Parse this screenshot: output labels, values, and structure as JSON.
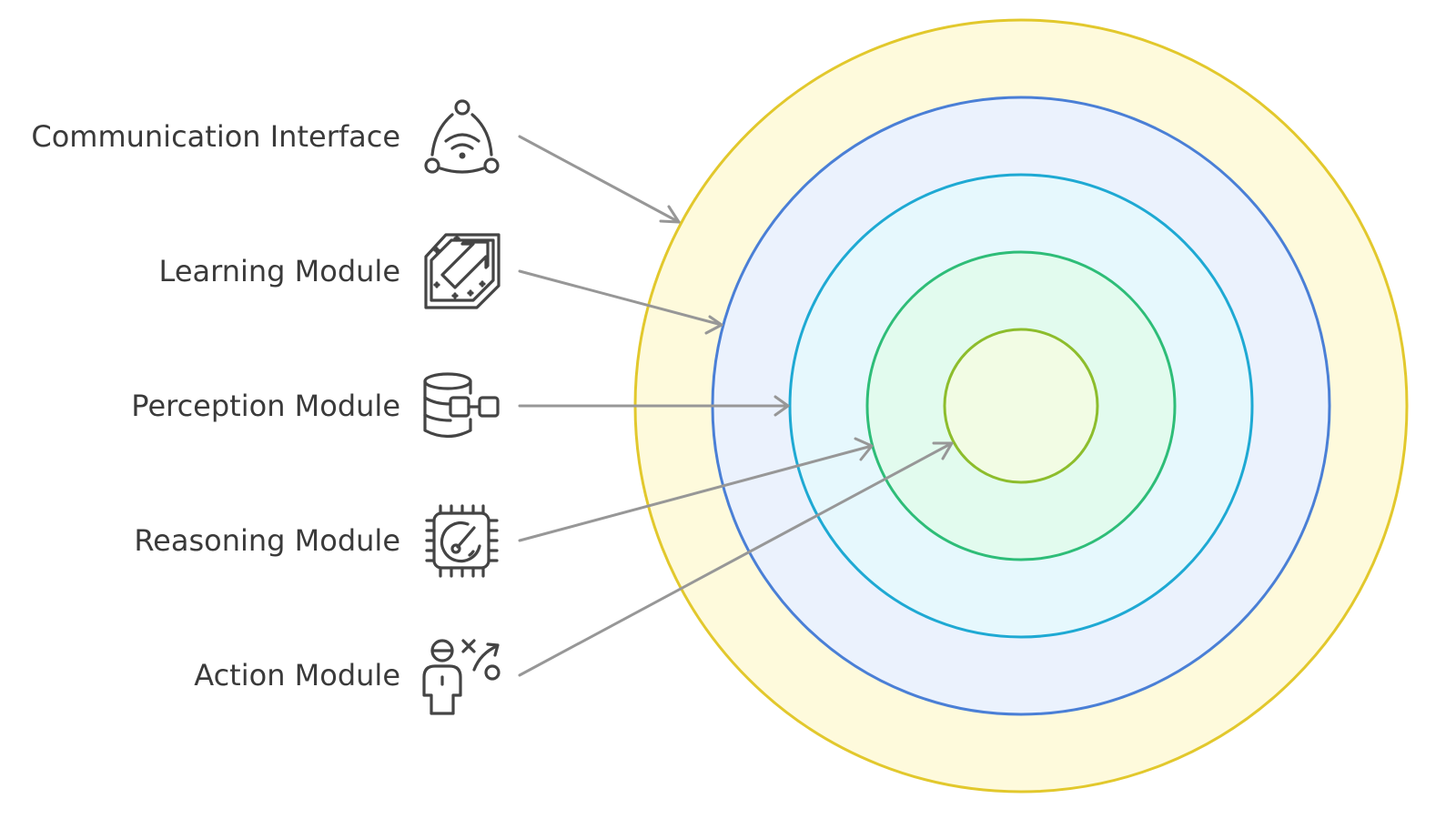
{
  "diagram": {
    "type": "concentric-layers",
    "rings": [
      {
        "name": "communication-ring",
        "fill": "#FEFADC",
        "stroke": "#E2C82C"
      },
      {
        "name": "learning-ring",
        "fill": "#EBF2FD",
        "stroke": "#4A7FD6"
      },
      {
        "name": "perception-ring",
        "fill": "#E6F8FD",
        "stroke": "#1EA9D3"
      },
      {
        "name": "reasoning-ring",
        "fill": "#E2FBEE",
        "stroke": "#2EBD78"
      },
      {
        "name": "action-ring",
        "fill": "#F2FCE4",
        "stroke": "#8DBD2C"
      }
    ],
    "layers": [
      {
        "label": "Communication Interface",
        "icon": "network-icon"
      },
      {
        "label": "Learning Module",
        "icon": "growth-chip-icon"
      },
      {
        "label": "Perception Module",
        "icon": "database-connector-icon"
      },
      {
        "label": "Reasoning Module",
        "icon": "processor-gauge-icon"
      },
      {
        "label": "Action Module",
        "icon": "play-strategy-icon"
      }
    ],
    "colors": {
      "text": "#3A3A3A",
      "icon": "#444444",
      "arrow": "#979797"
    }
  }
}
